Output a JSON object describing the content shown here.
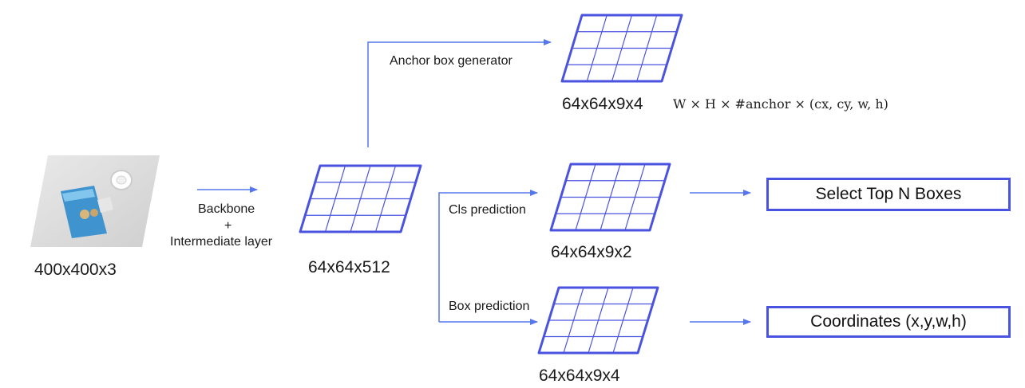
{
  "colors": {
    "accent": "#4a52e0",
    "arrow": "#5577ee"
  },
  "input": {
    "dim_label": "400x400x3"
  },
  "backbone": {
    "line1": "Backbone",
    "line2": "+",
    "line3": "Intermediate layer"
  },
  "feature_map": {
    "dim_label": "64x64x512"
  },
  "anchor": {
    "arrow_label": "Anchor box generator",
    "dim_label": "64x64x9x4",
    "formula": "W × H × #anchor × (cx, cy, w, h)"
  },
  "cls": {
    "arrow_label": "Cls prediction",
    "dim_label": "64x64x9x2"
  },
  "box": {
    "arrow_label": "Box prediction",
    "dim_label": "64x64x9x4"
  },
  "outputs": {
    "top_n": "Select Top N Boxes",
    "coords": "Coordinates (x,y,w,h)"
  }
}
